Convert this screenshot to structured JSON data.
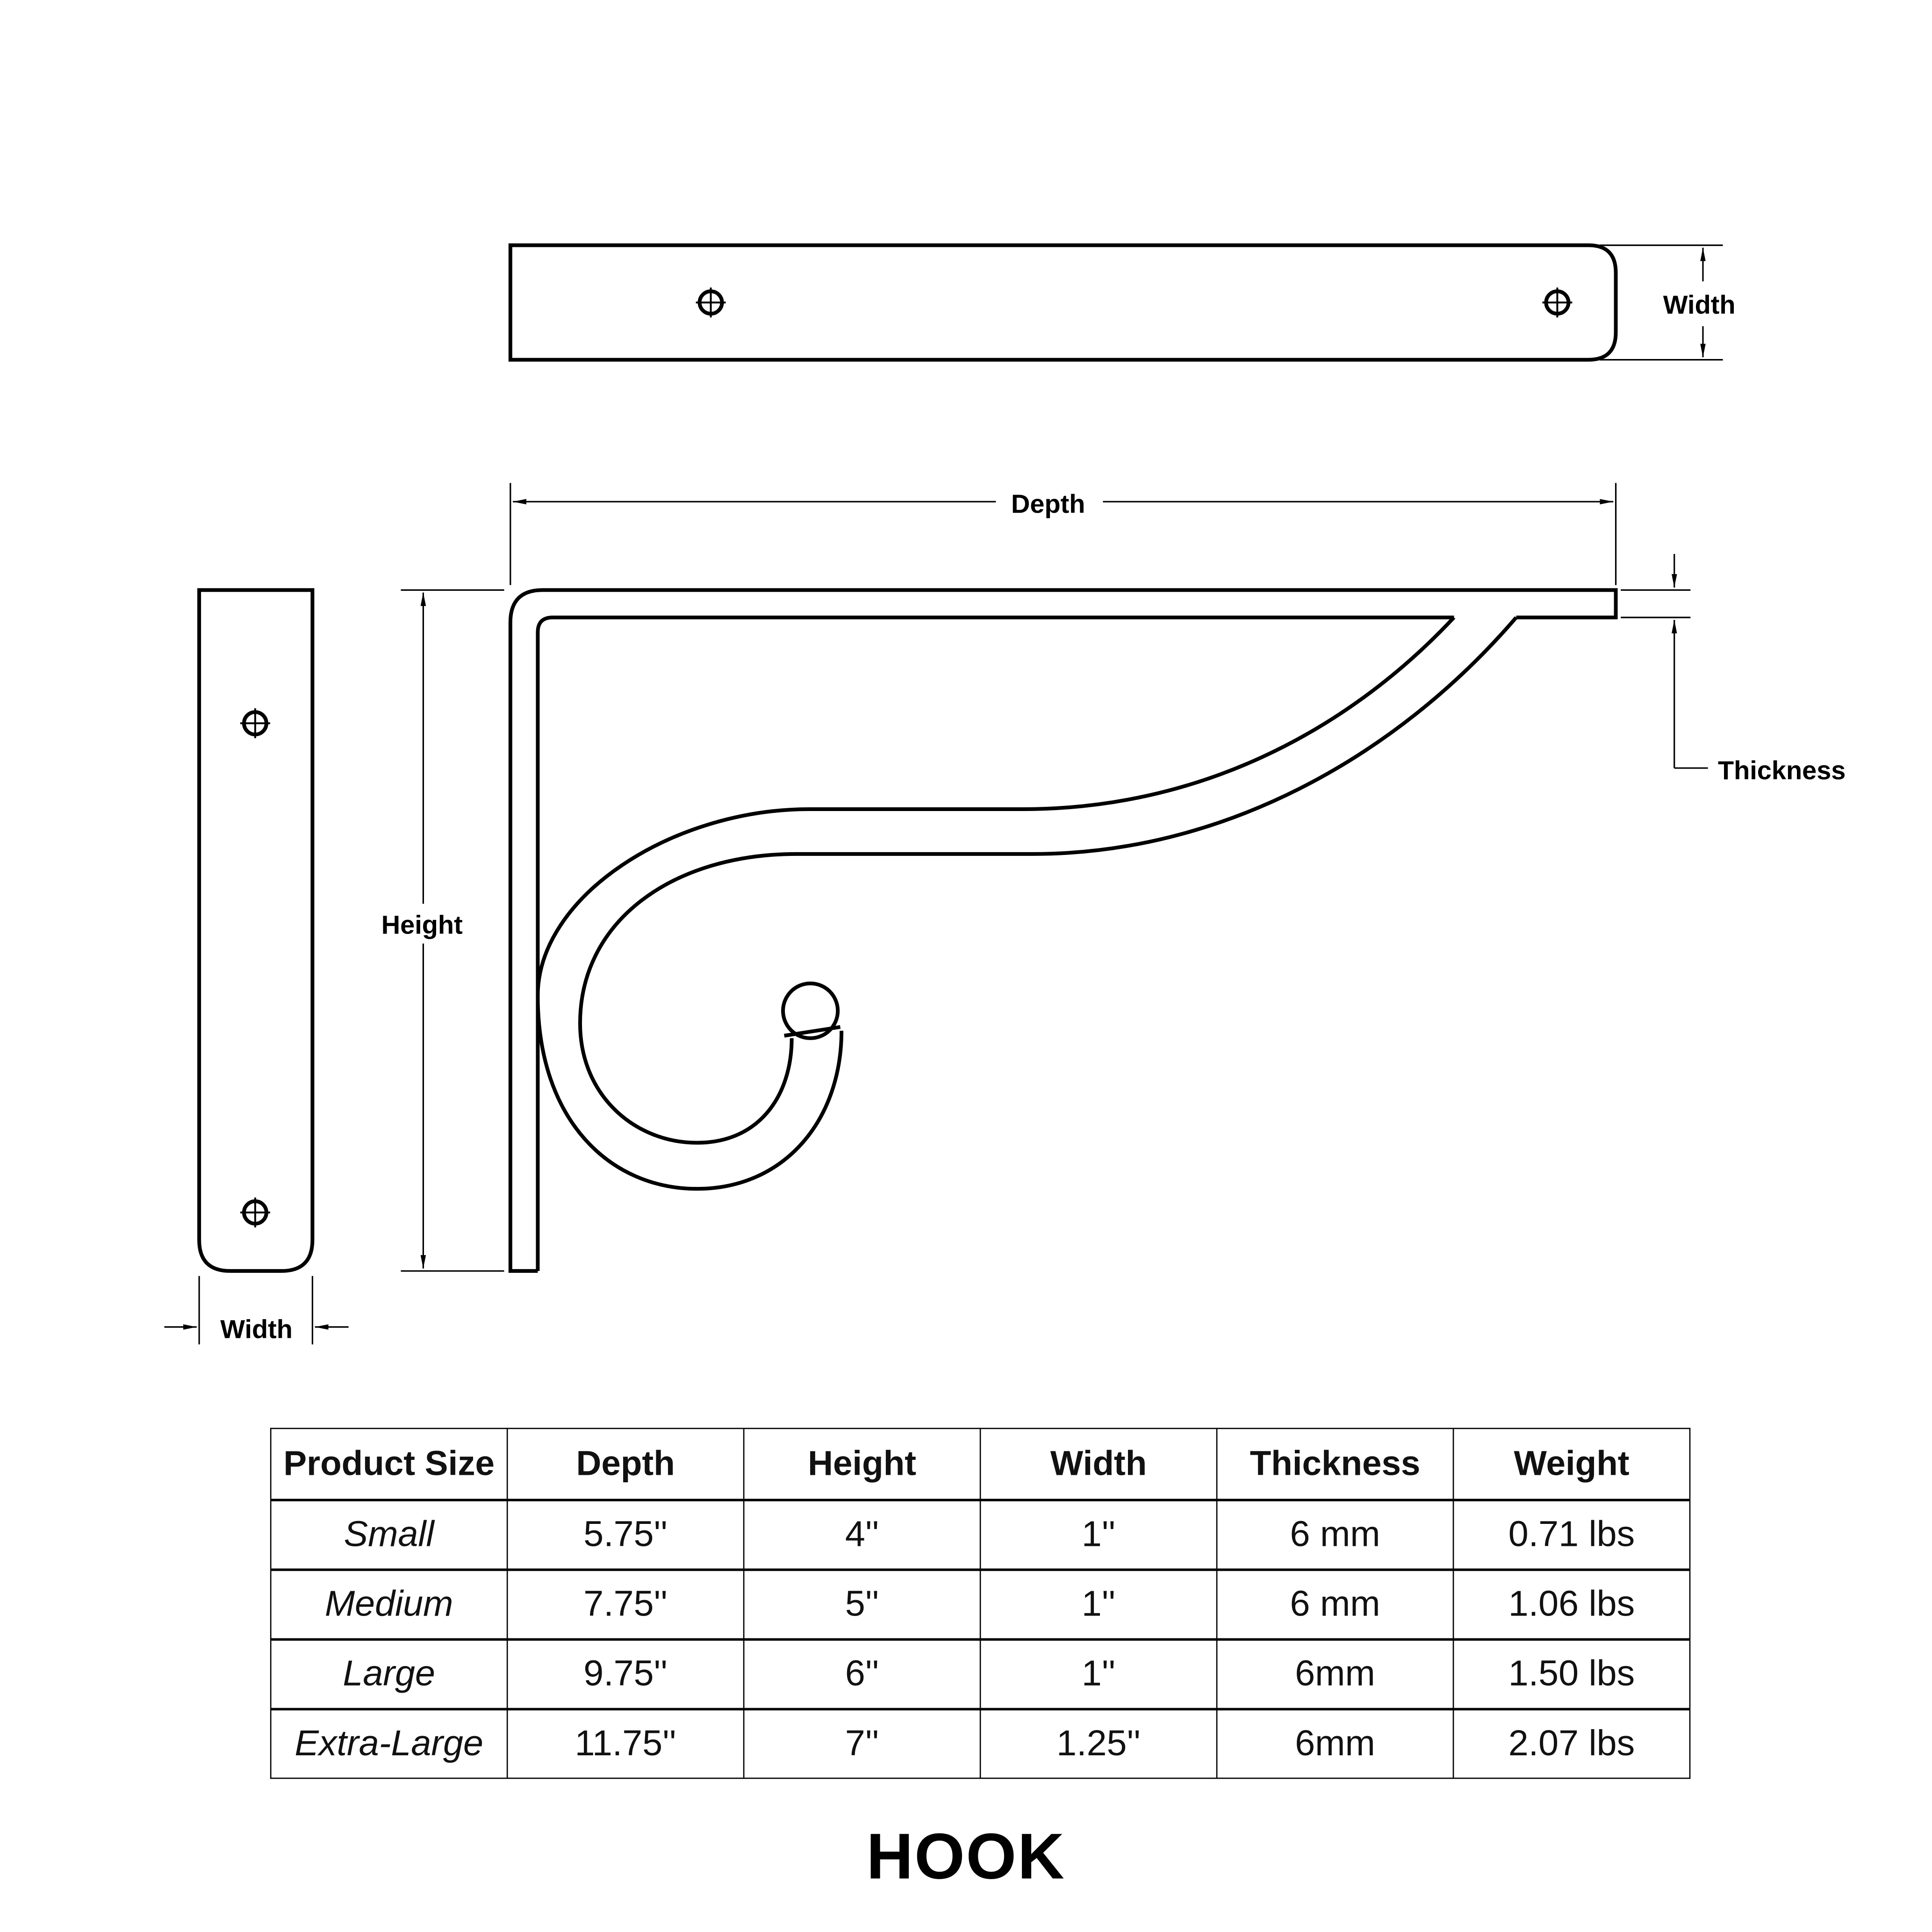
{
  "drawing": {
    "top_view_width_label": "Width",
    "depth_label": "Depth",
    "height_label": "Height",
    "thickness_label": "Thickness",
    "side_view_width_label": "Width",
    "line_color": "#000000"
  },
  "table": {
    "headers": [
      "Product Size",
      "Depth",
      "Height",
      "Width",
      "Thickness",
      "Weight"
    ],
    "rows": [
      [
        "Small",
        "5.75''",
        "4''",
        "1''",
        "6 mm",
        "0.71 lbs"
      ],
      [
        "Medium",
        "7.75''",
        "5''",
        "1''",
        "6 mm",
        "1.06 lbs"
      ],
      [
        "Large",
        "9.75''",
        "6''",
        "1''",
        "6mm",
        "1.50 lbs"
      ],
      [
        "Extra-Large",
        "11.75''",
        "7''",
        "1.25''",
        "6mm",
        "2.07 lbs"
      ]
    ]
  },
  "title": "HOOK"
}
